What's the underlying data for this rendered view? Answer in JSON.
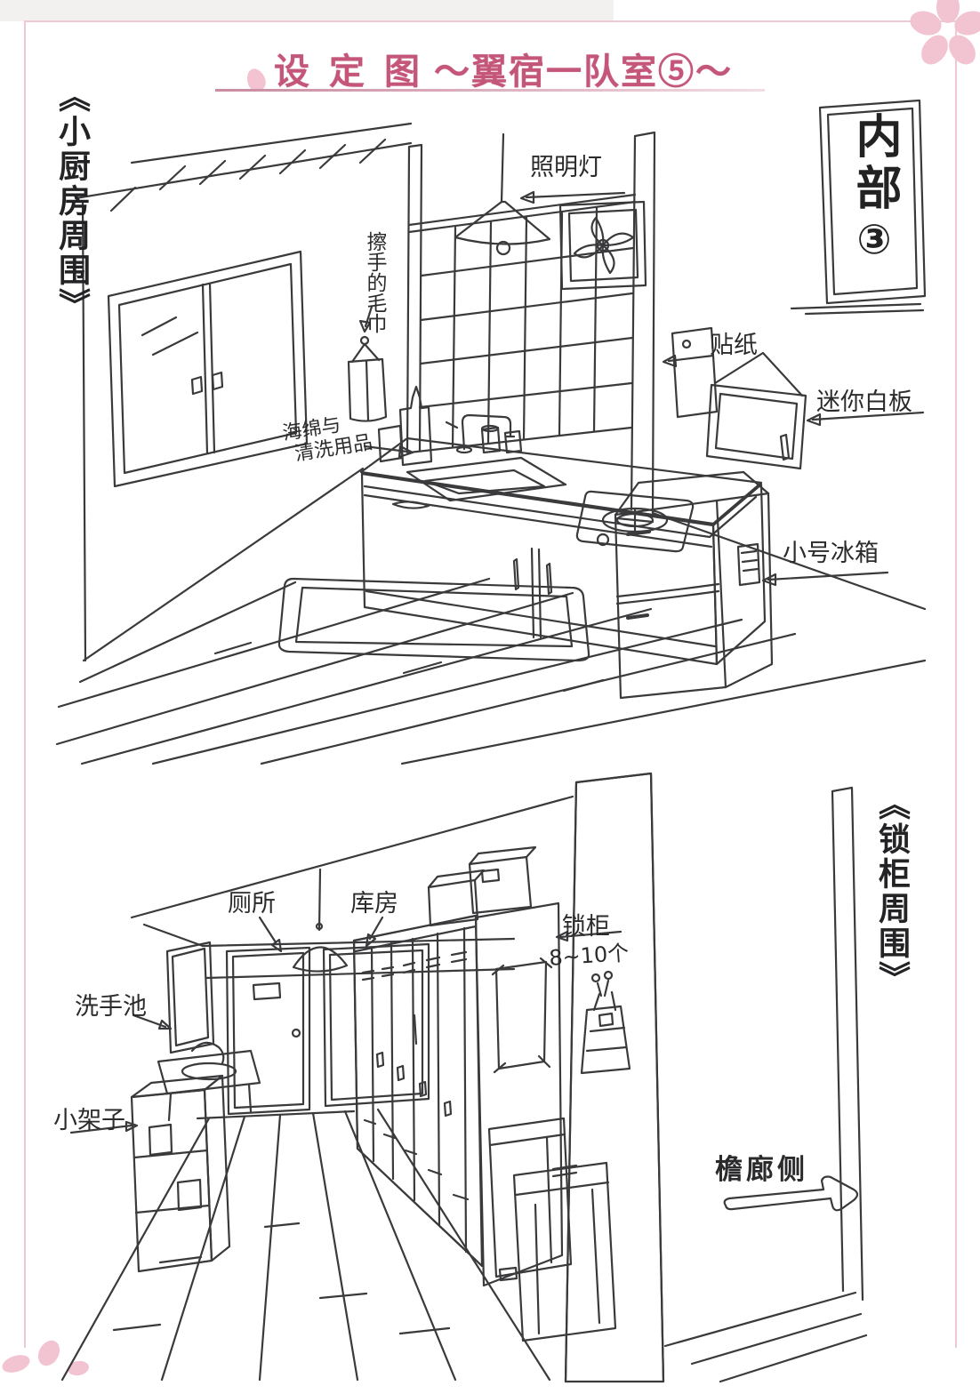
{
  "header": {
    "title_main": "设 定 图",
    "title_sub": "～翼宿一队室⑤～"
  },
  "colors": {
    "accent": "#c4567a",
    "frame_pink": "#eec9d3",
    "sakura_pink": "#f2c3d0",
    "ink": "#3a3a3c"
  },
  "kitchen": {
    "heading": "《小厨房周围》",
    "sign": {
      "text": "内部",
      "number": "③"
    },
    "labels": {
      "lamp": "照明灯",
      "towel": "擦手的毛巾",
      "sticker": "贴纸",
      "whiteboard": "迷你白板",
      "sponge_line1": "海绵与",
      "sponge_line2": "清洗用品",
      "fridge": "小号冰箱"
    }
  },
  "lockers": {
    "heading": "《锁柜周围》",
    "labels": {
      "toilet": "厕所",
      "storeroom": "库房",
      "locker": "锁柜",
      "locker_count": "8~10个",
      "washbasin": "洗手池",
      "shelf": "小架子",
      "veranda": "檐廊侧"
    }
  }
}
